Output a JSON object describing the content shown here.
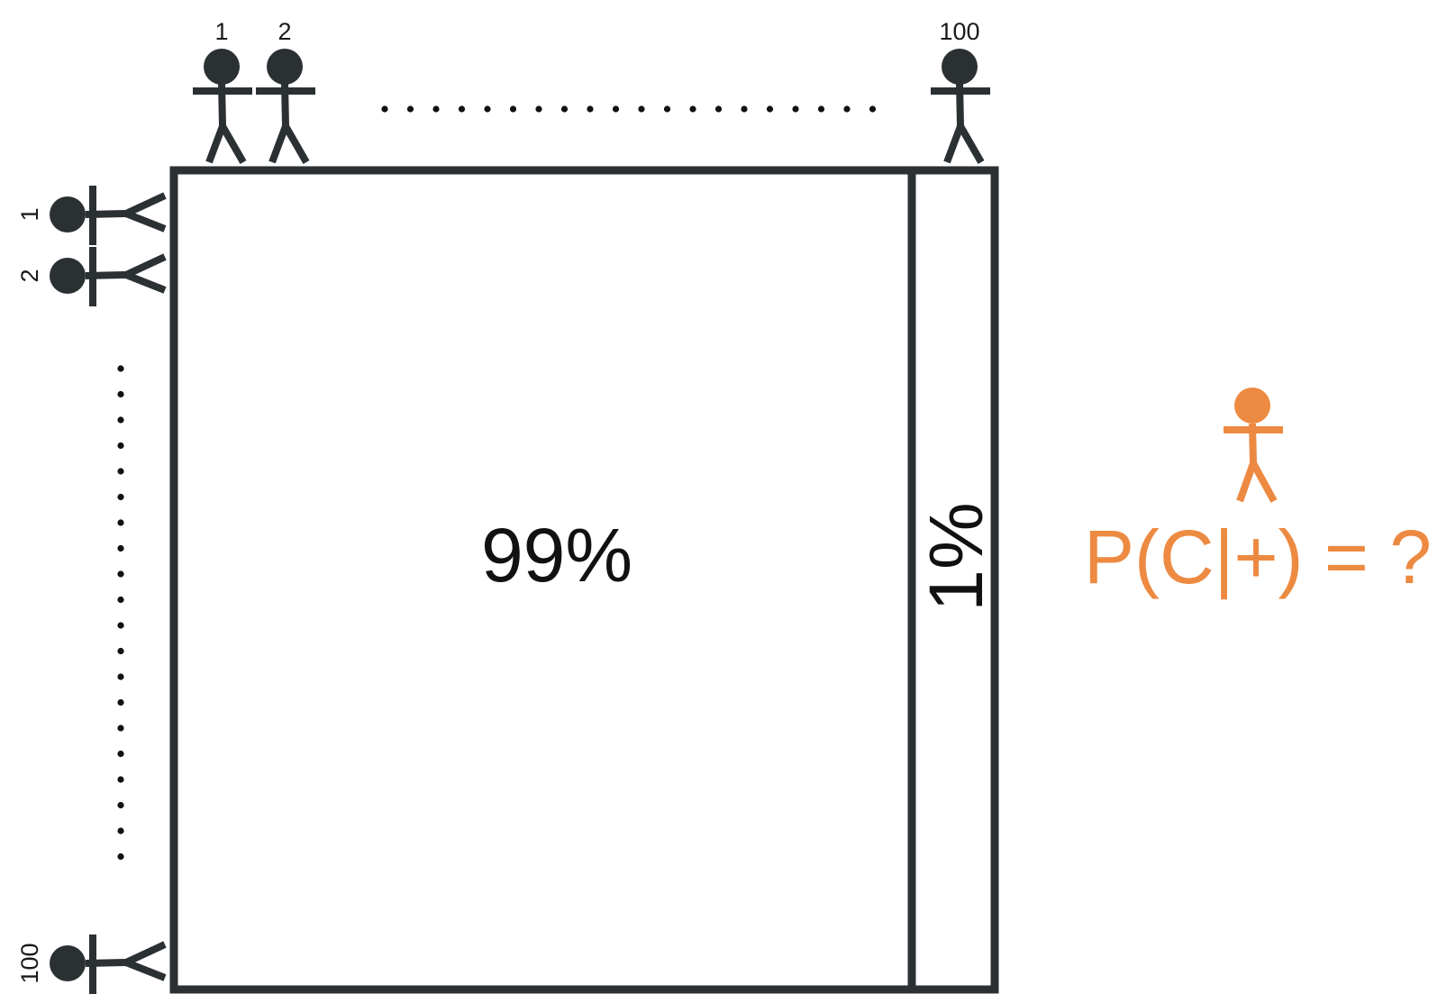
{
  "colors": {
    "figure": "#2b3033",
    "accent": "#ed8a42",
    "text": "#111111"
  },
  "top_people": {
    "first_label": "1",
    "second_label": "2",
    "last_label": "100"
  },
  "left_people": {
    "first_label": "1",
    "second_label": "2",
    "last_label": "100"
  },
  "grid": {
    "large_region_label": "99%",
    "small_region_label": "1%",
    "large_fraction": 0.99,
    "small_fraction": 0.01
  },
  "question": {
    "formula": "P(C|+) = ?"
  }
}
